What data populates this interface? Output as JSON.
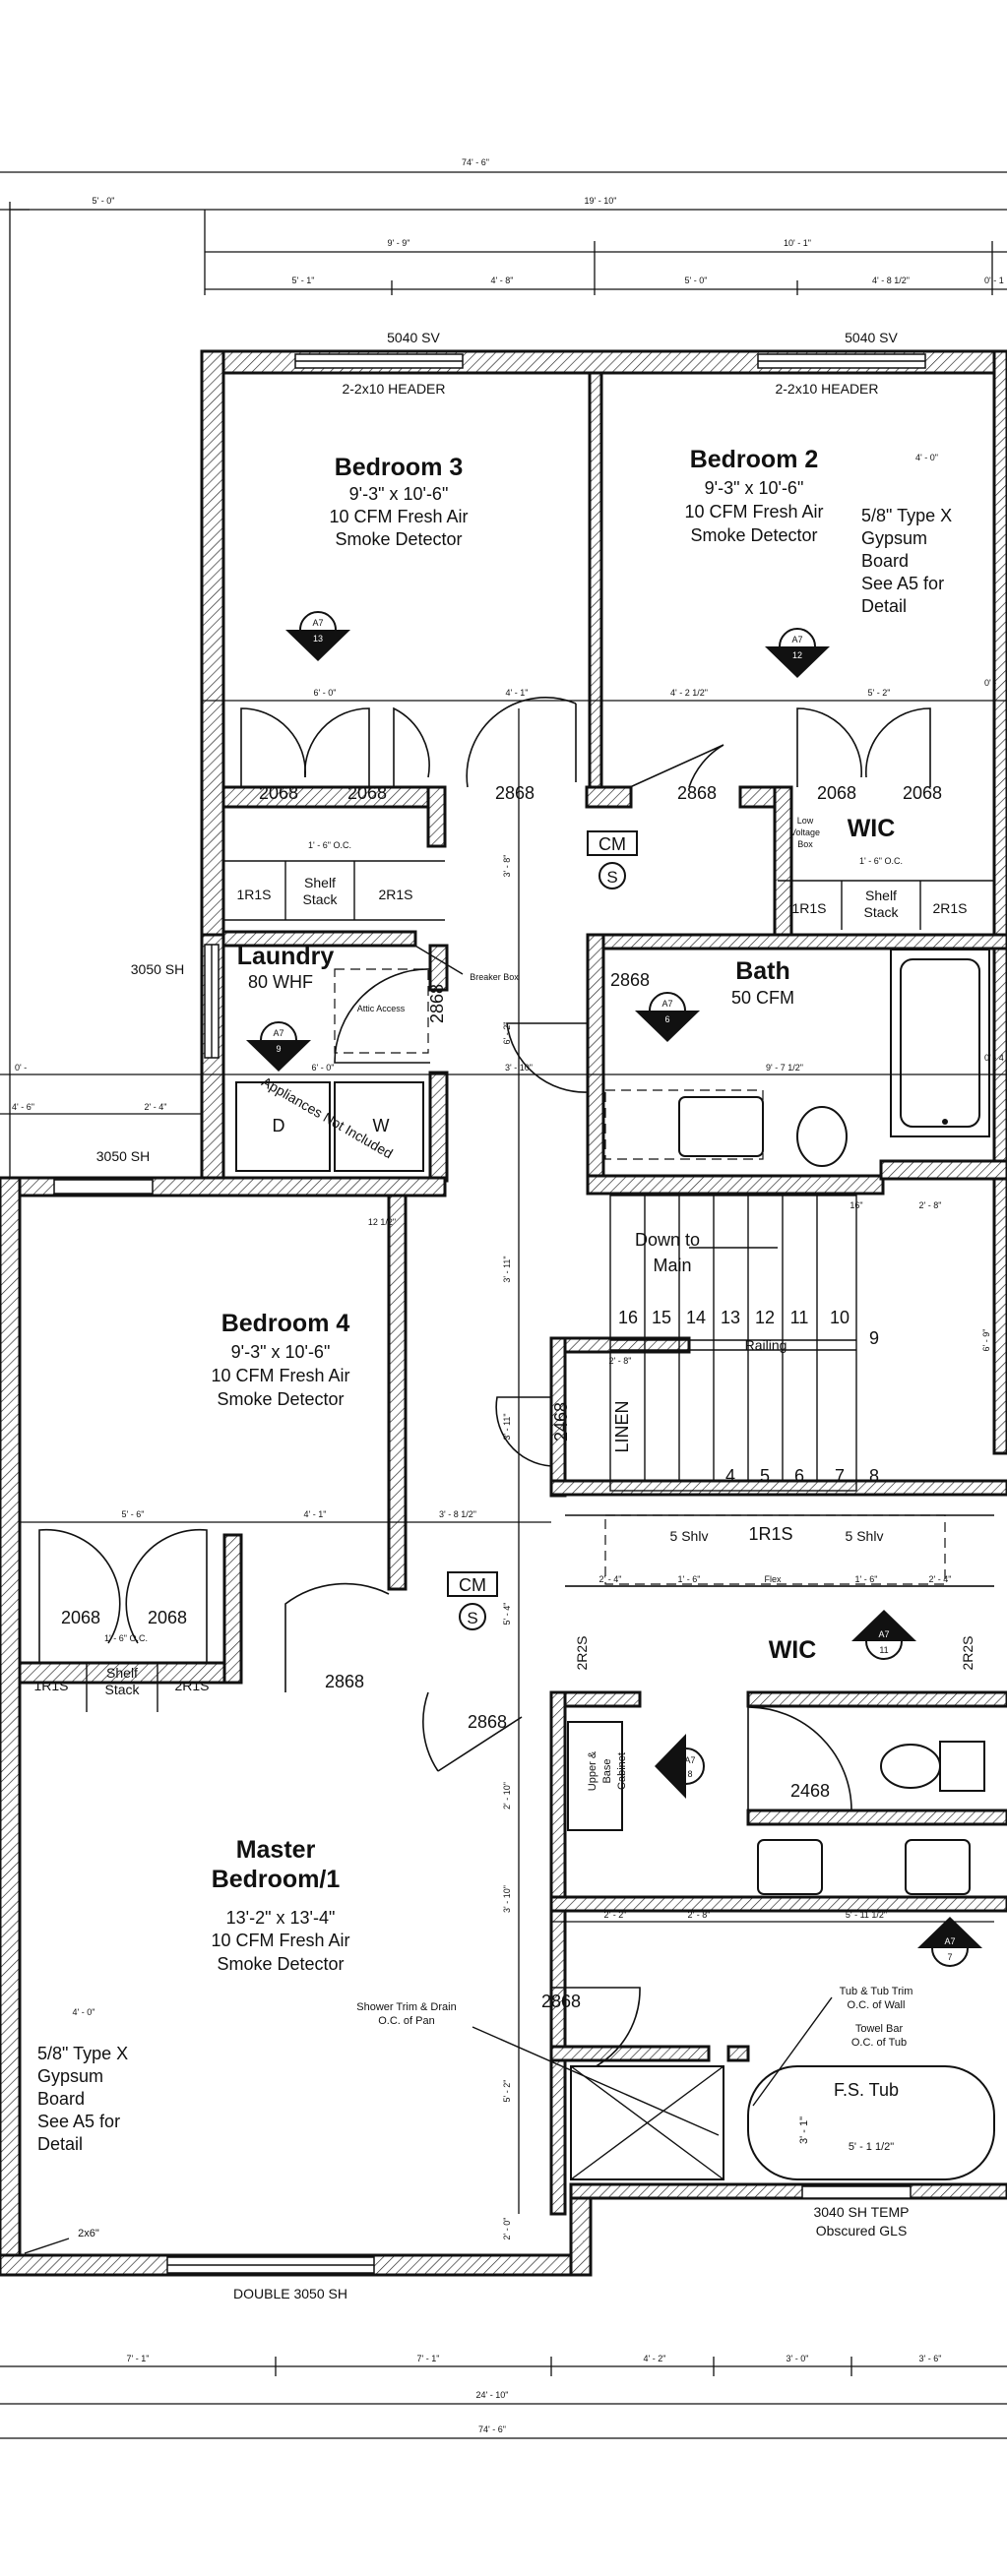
{
  "dims": {
    "overall_top": "74' - 6\"",
    "overall_bottom": "74' - 6\"",
    "top_a": "5' - 0\"",
    "top_b": "19' - 10\"",
    "top_c": "9' - 9\"",
    "top_d": "10' - 1\"",
    "top_e": "5' - 1\"",
    "top_f": "4' - 8\"",
    "top_g": "5' - 0\"",
    "top_h": "4' - 8 1/2\"",
    "top_i": "0' - 1",
    "b3_closet": "6' - 0\"",
    "b3_hall": "4' - 1\"",
    "b2_closet": "4' - 2 1/2\"",
    "b2_wic": "5' - 2\"",
    "edge_0": "0' -",
    "right_2": "0' - 4",
    "type_x_b2": "4' - 0\"",
    "laundry_w": "6' - 0\"",
    "hall_w": "3' - 10\"",
    "bath_w": "9' - 7 1/2\"",
    "left_2_4": "2' - 4\"",
    "left_4_6": "4' - 6\"",
    "twelve_half": "12 1/2\"",
    "sixteen": "16\"",
    "two_8": "2' - 8\"",
    "six_9": "6' - 9\"",
    "stair_v": "3' - 11\"",
    "hall_v1": "3' - 8\"",
    "hall_v2": "6' - 2\"",
    "linen_w": "2' - 8\"",
    "linen_v": "3' - 11\"",
    "b4_closet": "5' - 6\"",
    "b4_hall": "4' - 1\"",
    "hall_86": "3' - 8 1/2\"",
    "wic_a": "2' - 4\"",
    "wic_b": "1' - 6\"",
    "wic_flex": "Flex",
    "wic_c": "1' - 6\"",
    "wic_d": "2' - 4\"",
    "v_5_4": "5' - 4\"",
    "v_2_10": "2' - 10\"",
    "v_3_10": "3' - 10\"",
    "mb_a": "2' - 2\"",
    "mb_b": "2' - 8\"",
    "mb_c": "5' - 11 1/2\"",
    "type_x_mb": "4' - 0\"",
    "tub_v": "3' - 1\"",
    "tub_w": "5' - 1 1/2\"",
    "v_5_2": "5' - 2\"",
    "v_2_0": "2' - 0\"",
    "bot_a": "7' - 1\"",
    "bot_b": "7' - 1\"",
    "bot_c": "4' - 2\"",
    "bot_d": "3' - 0\"",
    "bot_e": "3' - 6\"",
    "bot_total": "24' - 10\"",
    "oc_1": "1' - 6\" O.C.",
    "oc_2": "1' - 6\" O.C.",
    "oc_3": "1' - 6\" O.C."
  },
  "windows": {
    "w_b3": "5040 SV",
    "w_b2": "5040 SV",
    "w_laundry": "3050 SH",
    "w_b4": "3050 SH",
    "w_master": "DOUBLE 3050 SH",
    "w_tub_1": "3040 SH TEMP",
    "w_tub_2": "Obscured GLS"
  },
  "headers": {
    "h_b3": "2-2x10 HEADER",
    "h_b2": "2-2x10 HEADER"
  },
  "rooms": {
    "b3": {
      "name": "Bedroom 3",
      "size": "9'-3\" x 10'-6\"",
      "air": "10 CFM Fresh Air",
      "smoke": "Smoke Detector"
    },
    "b2": {
      "name": "Bedroom 2",
      "size": "9'-3\" x 10'-6\"",
      "air": "10 CFM Fresh Air",
      "smoke": "Smoke Detector"
    },
    "b4": {
      "name": "Bedroom 4",
      "size": "9'-3\" x 10'-6\"",
      "air": "10 CFM Fresh Air",
      "smoke": "Smoke Detector"
    },
    "mb": {
      "name1": "Master",
      "name2": "Bedroom/1",
      "size": "13'-2\" x 13'-4\"",
      "air": "10 CFM Fresh Air",
      "smoke": "Smoke Detector"
    },
    "laundry": {
      "name": "Laundry",
      "fan": "80 WHF"
    },
    "bath": {
      "name": "Bath",
      "fan": "50 CFM"
    },
    "wic_b2": "WIC",
    "wic_mb": "WIC",
    "linen": "LINEN",
    "stairs": {
      "down1": "Down to",
      "down2": "Main",
      "railing": "Railing"
    }
  },
  "doors": {
    "d_b3_1": "2068",
    "d_b3_2": "2068",
    "d_hall": "2868",
    "d_b2": "2868",
    "d_wic_1": "2068",
    "d_wic_2": "2068",
    "d_bath": "2868",
    "d_laundry": "2868",
    "d_linen": "2468",
    "d_b4_1": "2068",
    "d_b4_2": "2068",
    "d_b4": "2868",
    "d_mb": "2868",
    "d_mb_wc": "2468",
    "d_mb_bath": "2868"
  },
  "shelves": {
    "s1": "1R1S",
    "s2a": "Shelf",
    "s2b": "Stack",
    "s3": "2R1S",
    "s4": "1R1S",
    "s5a": "Shelf",
    "s5b": "Stack",
    "s6": "2R1S",
    "s7": "1R1S",
    "s8a": "Shelf",
    "s8b": "Stack",
    "s9": "2R1S",
    "wic_s1": "5 Shlv",
    "wic_s2": "1R1S",
    "wic_s3": "5 Shlv",
    "wic_l": "2R2S",
    "wic_r": "2R2S"
  },
  "stair_numbers": [
    "16",
    "15",
    "14",
    "13",
    "12",
    "11",
    "10",
    "9",
    "4",
    "5",
    "6",
    "7",
    "8"
  ],
  "tags": {
    "cm1": "CM",
    "s1": "S",
    "cm2": "CM",
    "s2": "S",
    "a7_13": {
      "top": "A7",
      "num": "13"
    },
    "a7_12": {
      "top": "A7",
      "num": "12"
    },
    "a7_9": {
      "top": "A7",
      "num": "9"
    },
    "a7_6": {
      "top": "A7",
      "num": "6"
    },
    "a7_11": {
      "top": "A7",
      "num": "11"
    },
    "a7_8": {
      "top": "A7",
      "num": "8"
    },
    "a7_7": {
      "top": "A7",
      "num": "7"
    }
  },
  "notes": {
    "gyp_b2": [
      "5/8\" Type X",
      "Gypsum",
      "Board",
      "See A5 for",
      "Detail"
    ],
    "gyp_mb": [
      "5/8\" Type X",
      "Gypsum",
      "Board",
      "See A5 for",
      "Detail"
    ],
    "low_volt": [
      "Low",
      "Voltage",
      "Box"
    ],
    "breaker": "Breaker Box",
    "attic": "Attic Access",
    "appl": "Appliances Not Included",
    "dryer": "D",
    "washer": "W",
    "upper_base": [
      "Upper &",
      "Base",
      "Cabinet"
    ],
    "shower_trim": [
      "Shower Trim & Drain",
      "O.C. of Pan"
    ],
    "tub_trim": [
      "Tub & Tub Trim",
      "O.C. of Wall"
    ],
    "towel": [
      "Towel Bar",
      "O.C. of Tub"
    ],
    "fs_tub": "F.S. Tub",
    "stud": "2x6\""
  }
}
